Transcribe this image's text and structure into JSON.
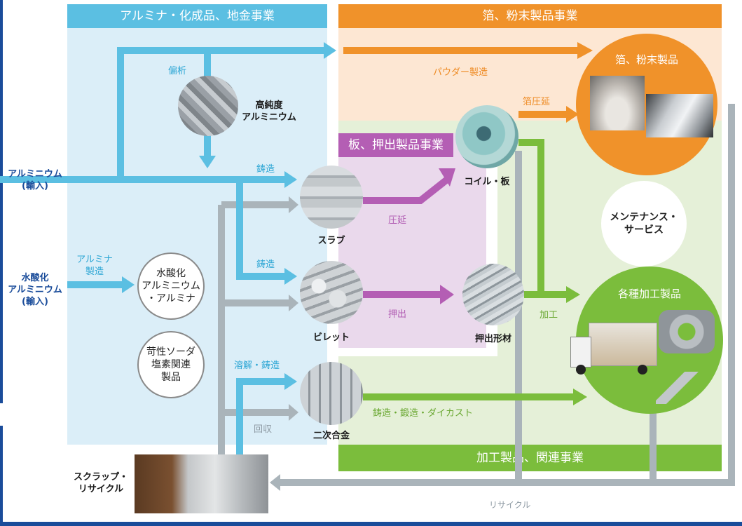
{
  "zones": {
    "alumina": "アルミナ・化成品、地金事業",
    "foil": "箔、粉末製品事業",
    "sheet": "板、押出製品事業",
    "fabricated": "加工製品、関連事業"
  },
  "inputs": {
    "aluminium": [
      "アルミニウム",
      "(輸入)"
    ],
    "hydroxide": [
      "水酸化",
      "アルミニウム",
      "(輸入)"
    ]
  },
  "process_labels": {
    "segregation": "偏析",
    "casting1": "鋳造",
    "casting2": "鋳造",
    "alumina_production": [
      "アルミナ",
      "製造"
    ],
    "powder": "パウダー製造",
    "foil_rolling": "箔圧延",
    "rolling": "圧延",
    "extrusion": "押出",
    "processing": "加工",
    "remelt": "溶解・鋳造",
    "recovery": "回収",
    "casting_forging": "鋳造・鍛造・ダイカスト",
    "recycle": "リサイクル"
  },
  "nodes": {
    "high_purity": [
      "高純度",
      "アルミニウム"
    ],
    "slab": "スラブ",
    "billet": "ビレット",
    "secondary_alloy": "二次合金",
    "coil": "コイル・板",
    "profiles": "押出形材",
    "hydroxide_alumina": [
      "水酸化",
      "アルミニウム",
      "・アルミナ"
    ],
    "caustic": [
      "苛性ソーダ",
      "塩素関連",
      "製品"
    ],
    "foil_products": "箔、粉末製品",
    "maintenance": [
      "メンテナンス・",
      "サービス"
    ],
    "fabricated_products": "各種加工製品",
    "scrap": [
      "スクラップ・",
      "リサイクル"
    ]
  },
  "colors": {
    "blue": "#5bbfe2",
    "blue_zone": "#dbeef8",
    "orange": "#f0922a",
    "orange_zone": "#fde7d3",
    "purple": "#b45eb4",
    "purple_zone": "#ead9ec",
    "green": "#7bbd3c",
    "green_zone": "#e5f0d8",
    "gray": "#aab4ba",
    "navy": "#1a4c9a"
  }
}
